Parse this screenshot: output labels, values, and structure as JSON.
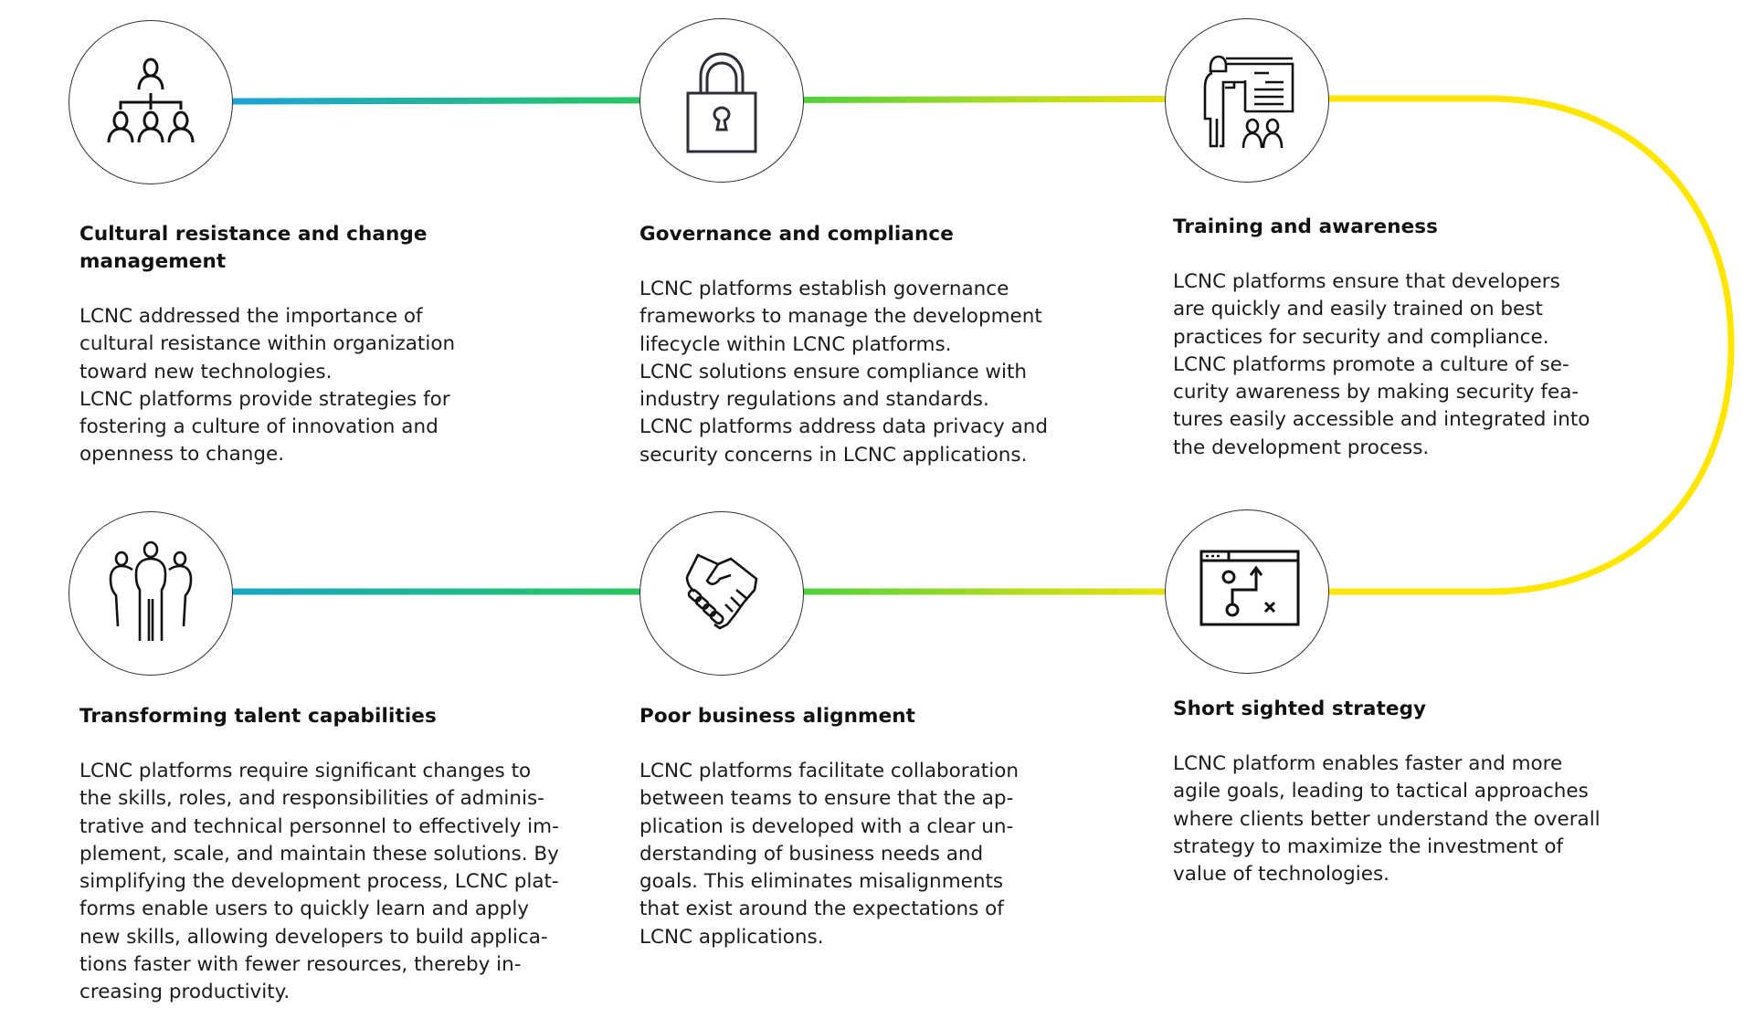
{
  "colors": {
    "gradient_start": "#1aa3d9",
    "gradient_mid": "#2ecc48",
    "gradient_lime": "#9ad829",
    "gradient_end": "#ffe600",
    "circle_stroke": "#2e2e38",
    "text": "#1a1a1a"
  },
  "steps": [
    {
      "icon": "org-hierarchy-icon",
      "title": "Cultural resistance and change management",
      "lines": [
        "LCNC addressed the importance of",
        "cultural resistance within organization",
        "toward new technologies.",
        "LCNC platforms provide strategies for",
        "fostering a culture of innovation and",
        "openness to change."
      ]
    },
    {
      "icon": "padlock-icon",
      "title": "Governance and compliance",
      "lines": [
        "LCNC platforms establish governance",
        "frameworks to manage the development",
        "lifecycle within LCNC platforms.",
        "LCNC solutions ensure compliance with",
        "industry regulations and standards.",
        "LCNC platforms address data privacy and",
        "security concerns in LCNC applications."
      ]
    },
    {
      "icon": "presenter-whiteboard-icon",
      "title": "Training and awareness",
      "lines": [
        "LCNC platforms ensure that developers",
        "are quickly and easily trained on best",
        "practices for security and compliance.",
        "LCNC platforms promote a culture of se-",
        "curity awareness by making security fea-",
        "tures easily accessible and integrated into",
        "the development process."
      ]
    },
    {
      "icon": "strategy-map-icon",
      "title": "Short sighted strategy",
      "lines": [
        "LCNC platform enables faster and more",
        "agile goals, leading to tactical approaches",
        "where clients better understand the overall",
        "strategy to maximize the investment of",
        "value of technologies."
      ]
    },
    {
      "icon": "handshake-icon",
      "title": "Poor business alignment",
      "lines": [
        "LCNC platforms facilitate collaboration",
        "between teams to ensure that the ap-",
        "plication is developed with a clear un-",
        "derstanding of business needs and",
        "goals. This eliminates misalignments",
        "that exist around the expectations of",
        "LCNC applications."
      ]
    },
    {
      "icon": "team-people-icon",
      "title": "Transforming talent capabilities",
      "lines": [
        "LCNC platforms require significant changes to",
        "the skills, roles, and responsibilities of adminis-",
        "trative and technical personnel to effectively im-",
        "plement, scale, and maintain these solutions. By",
        "simplifying the development process, LCNC plat-",
        "forms enable users to quickly learn and apply",
        "new skills, allowing developers to build applica-",
        "tions faster with fewer resources, thereby in-",
        "creasing productivity."
      ]
    }
  ]
}
